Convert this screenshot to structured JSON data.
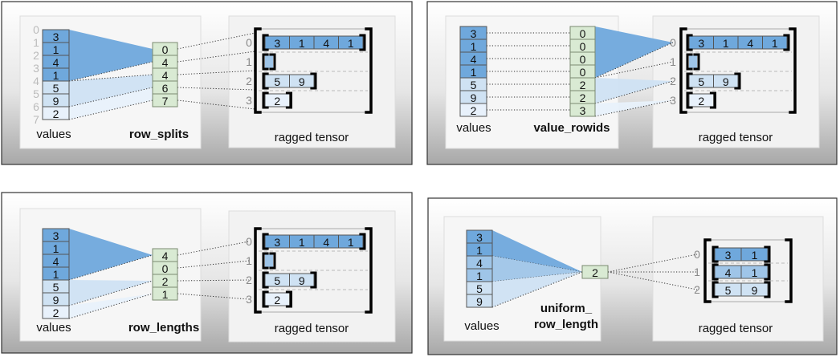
{
  "colors": {
    "row_fills": [
      "#6fa8dc",
      "#9fc5e8",
      "#cfe2f3",
      "#e8f1fb"
    ],
    "index_fill": "#d9ead3",
    "index_border": "#7a8a70",
    "cell_border": "#555555",
    "bracket": "#000000"
  },
  "panels": [
    {
      "encoding_name": "row_splits",
      "encoding_label": [
        "row_splits"
      ],
      "values_label": "values",
      "ragged_label": "ragged tensor",
      "values": [
        3,
        1,
        4,
        1,
        5,
        9,
        2
      ],
      "value_indices": [
        0,
        1,
        2,
        3,
        4,
        5,
        6,
        7
      ],
      "encoding": [
        0,
        4,
        4,
        6,
        7
      ],
      "ragged_rows": [
        [
          3,
          1,
          4,
          1
        ],
        [],
        [
          5,
          9
        ],
        [
          2
        ]
      ],
      "row_indices": [
        0,
        1,
        2,
        3
      ]
    },
    {
      "encoding_name": "value_rowids",
      "encoding_label": [
        "value_rowids"
      ],
      "values_label": "values",
      "ragged_label": "ragged tensor",
      "values": [
        3,
        1,
        4,
        1,
        5,
        9,
        2
      ],
      "encoding": [
        0,
        0,
        0,
        0,
        2,
        2,
        3
      ],
      "ragged_rows": [
        [
          3,
          1,
          4,
          1
        ],
        [],
        [
          5,
          9
        ],
        [
          2
        ]
      ],
      "row_indices": [
        0,
        1,
        2,
        3
      ]
    },
    {
      "encoding_name": "row_lengths",
      "encoding_label": [
        "row_lengths"
      ],
      "values_label": "values",
      "ragged_label": "ragged tensor",
      "values": [
        3,
        1,
        4,
        1,
        5,
        9,
        2
      ],
      "encoding": [
        4,
        0,
        2,
        1
      ],
      "ragged_rows": [
        [
          3,
          1,
          4,
          1
        ],
        [],
        [
          5,
          9
        ],
        [
          2
        ]
      ],
      "row_indices": [
        0,
        1,
        2,
        3
      ]
    },
    {
      "encoding_name": "uniform_row_length",
      "encoding_label": [
        "uniform_",
        "row_length"
      ],
      "values_label": "values",
      "ragged_label": "ragged tensor",
      "values": [
        3,
        1,
        4,
        1,
        5,
        9
      ],
      "encoding": [
        2
      ],
      "ragged_rows": [
        [
          3,
          1
        ],
        [
          4,
          1
        ],
        [
          5,
          9
        ]
      ],
      "row_indices": [
        0,
        1,
        2
      ]
    }
  ]
}
